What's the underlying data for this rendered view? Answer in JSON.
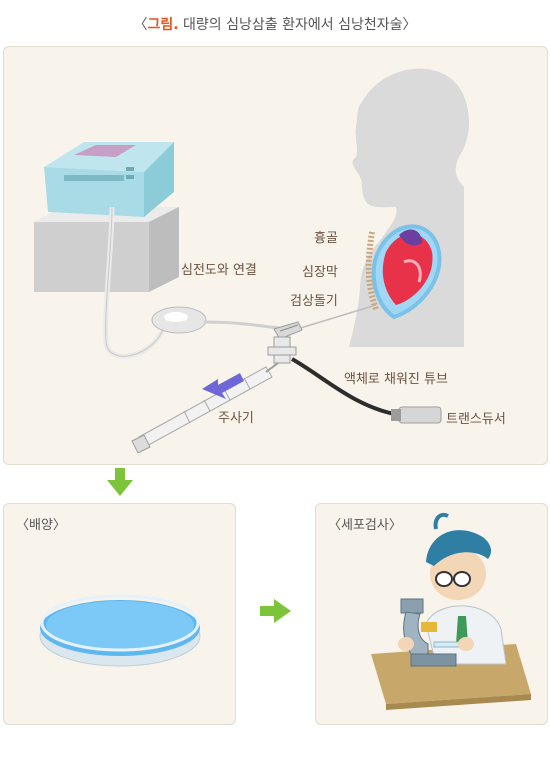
{
  "caption": {
    "prefix": "〈",
    "figure_label": "그림.",
    "text": "대량의 심낭삼출 환자에서 심낭천자술",
    "suffix": "〉"
  },
  "labels": {
    "sternum": "흉골",
    "pericardium": "심장막",
    "xiphoid": "검상돌기",
    "ecg_connection": "심전도와 연결",
    "fluid_tube": "액체로 채워진 튜브",
    "syringe": "주사기",
    "transducer": "트랜스듀서"
  },
  "panels": {
    "culture": "〈배양〉",
    "cytology": "〈세포검사〉"
  },
  "colors": {
    "accent": "#e8541e",
    "arrow_green": "#7cc43a",
    "panel_bg": "#f8f4ec"
  }
}
